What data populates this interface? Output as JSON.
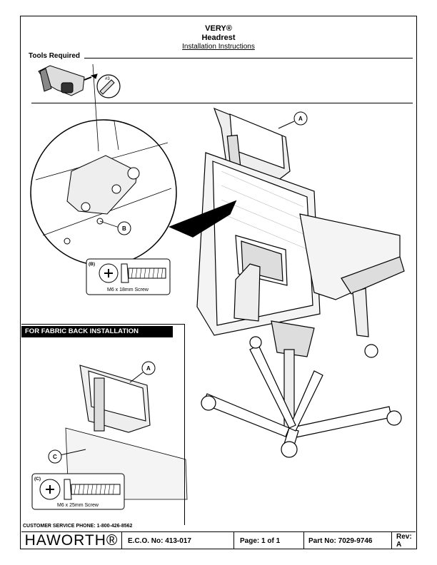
{
  "header": {
    "brand": "VERY®",
    "product": "Headrest",
    "subtitle": "Installation Instructions"
  },
  "tools": {
    "label": "Tools Required",
    "bit": "#3"
  },
  "callouts": {
    "a": "A",
    "b": "B",
    "c": "C"
  },
  "screw_b": {
    "id": "(B)",
    "spec": "M6 x 18mm Screw"
  },
  "screw_c": {
    "id": "(C)",
    "spec": "M6 x 25mm Screw"
  },
  "fabric": {
    "label": "FOR FABRIC BACK INSTALLATION"
  },
  "footer": {
    "phone": "CUSTOMER SERVICE PHONE: 1-800-426-8562",
    "logo": "HAWORTH®",
    "eco": "E.C.O. No: 413-017",
    "page": "Page:  1 of 1",
    "part": "Part No:  7029-9746",
    "rev": "Rev:  A"
  }
}
